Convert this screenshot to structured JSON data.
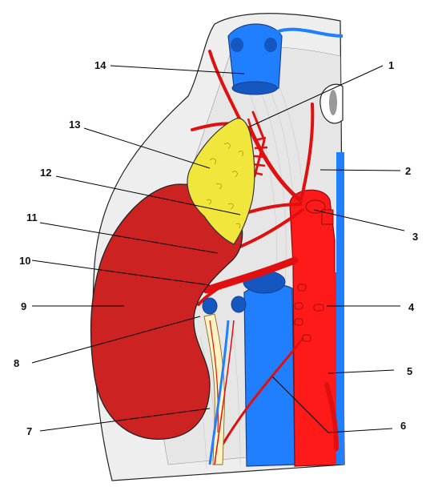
{
  "diagram": {
    "labels": [
      {
        "id": "1",
        "text": "1"
      },
      {
        "id": "2",
        "text": "2"
      },
      {
        "id": "3",
        "text": "3"
      },
      {
        "id": "4",
        "text": "4"
      },
      {
        "id": "5",
        "text": "5"
      },
      {
        "id": "6",
        "text": "6"
      },
      {
        "id": "7",
        "text": "7"
      },
      {
        "id": "8",
        "text": "8"
      },
      {
        "id": "9",
        "text": "9"
      },
      {
        "id": "10",
        "text": "10"
      },
      {
        "id": "11",
        "text": "11"
      },
      {
        "id": "12",
        "text": "12"
      },
      {
        "id": "13",
        "text": "13"
      },
      {
        "id": "14",
        "text": "14"
      }
    ],
    "colors": {
      "artery": "#ff1a1a",
      "vein": "#1f7fff",
      "kidney": "#cc2222",
      "adrenal": "#f0e63c",
      "ureter": "#fff3c4",
      "muscle": "#ececec",
      "outline": "#222222"
    }
  }
}
